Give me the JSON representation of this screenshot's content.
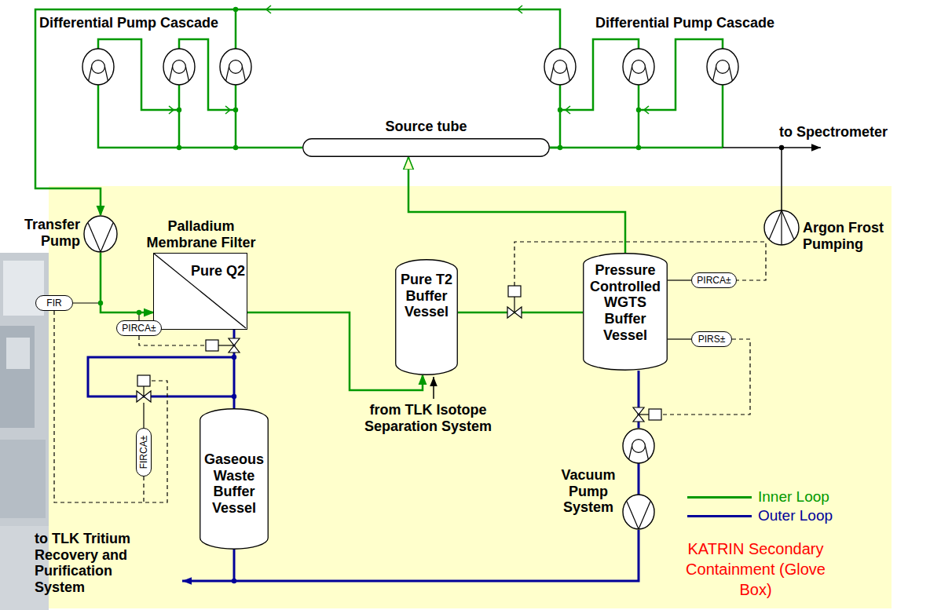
{
  "diagram": {
    "nodes": [
      {
        "text": [
          "Source tube"
        ]
      },
      {
        "text": [
          "KATRIN Secondary Containment (Glove Box)"
        ]
      },
      {
        "text": [
          "Transfer Pump"
        ],
        "in": 1
      },
      {
        "text": [
          "Palladium Membrane Filter",
          "Pure Q2"
        ],
        "in": 1
      },
      {
        "text": [
          "Pure T2 Buffer Vessel"
        ],
        "in": 1
      },
      {
        "text": [
          "Pressure Controlled WGTS Buffer Vessel"
        ],
        "in": 1
      },
      {
        "text": [
          "PIRCA±"
        ],
        "in": 1
      },
      {
        "text": [
          "FIR"
        ],
        "in": 1
      },
      {
        "text": [
          "PIRCA±"
        ],
        "in": 1
      },
      {
        "text": [
          "PIRS±"
        ],
        "in": 1
      },
      {
        "text": [
          "FIRCA±"
        ],
        "in": 1
      },
      {
        "text": [
          "Gaseous Waste Buffer Vessel"
        ],
        "in": 1
      },
      {
        "text": [
          "Vacuum Pump System"
        ],
        "in": 1
      }
    ],
    "edges": [
      {
        "from": 0,
        "to": 2,
        "arrow": "to"
      },
      {
        "from": 2,
        "to": 3,
        "arrow": "to"
      },
      {
        "from": 3,
        "to": 4,
        "arrow": "to"
      },
      {
        "from": 4,
        "to": 5,
        "arrow": "none"
      },
      {
        "from": 5,
        "to": 0,
        "arrow": "to"
      },
      {
        "from": 5,
        "to": 12,
        "arrow": "none"
      },
      {
        "from": 3,
        "to": 11,
        "arrow": "none"
      },
      {
        "from": 5,
        "to": 6,
        "arrow": "none"
      },
      {
        "from": 5,
        "to": 9,
        "arrow": "none"
      }
    ],
    "labels": [
      "Differential Pump Cascade",
      "Differential Pump Cascade",
      "to Spectrometer",
      "Argon Frost Pumping",
      "from TLK Isotope Separation System",
      "to TLK Tritium Recovery and Purification System"
    ],
    "legend": [
      {
        "text": "Inner Loop",
        "color": "#009900"
      },
      {
        "text": "Outer Loop",
        "color": "#000099"
      }
    ]
  }
}
